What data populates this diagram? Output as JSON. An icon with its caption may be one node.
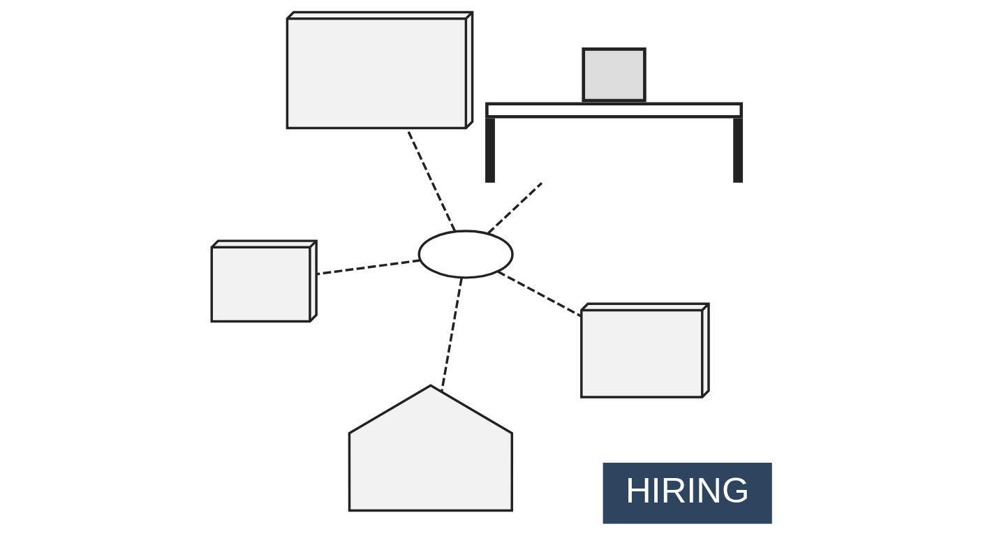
{
  "diagram": {
    "nodes": [
      {
        "text": [],
        "shape": "picture"
      },
      {
        "text": [],
        "shape": "picture"
      },
      {
        "text": [],
        "shape": "picture"
      },
      {
        "text": [],
        "shape": "picture"
      },
      {
        "text": [],
        "shape": "picture"
      },
      {
        "text": [],
        "shape": "circle"
      }
    ],
    "edges": [
      {
        "from": 5,
        "to": 0,
        "arrow": "none",
        "style": "dashed"
      },
      {
        "from": 5,
        "to": 1,
        "arrow": "none",
        "style": "dashed"
      },
      {
        "from": 5,
        "to": 2,
        "arrow": "none",
        "style": "dashed"
      },
      {
        "from": 5,
        "to": 3,
        "arrow": "none",
        "style": "dashed"
      },
      {
        "from": 5,
        "to": 4,
        "arrow": "none",
        "style": "dashed"
      }
    ],
    "labels": [
      "HIRING"
    ]
  }
}
